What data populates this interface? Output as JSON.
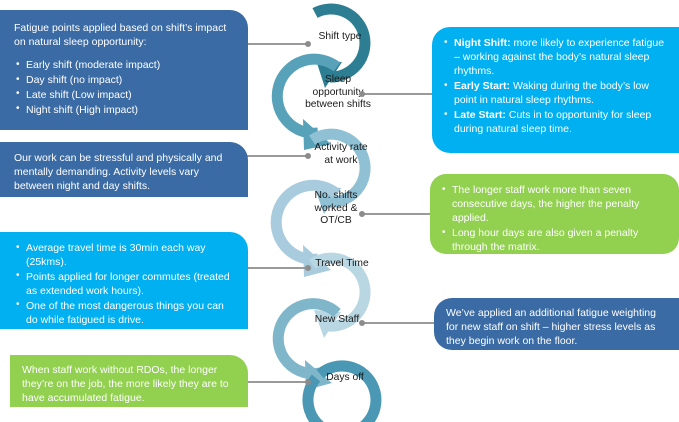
{
  "diagram": {
    "title": "Fatigue factors circular chain diagram",
    "colors": {
      "dark_blue": "#3b6ba5",
      "cyan": "#00b0f0",
      "green": "#92d050",
      "connector_gray": "#9a9a9a",
      "ring_1": "#2e7e93",
      "ring_2": "#57a2b8",
      "ring_3": "#8fc0d4",
      "ring_4": "#a8ccdd",
      "ring_5": "#b9d6e3",
      "ring_6": "#7fb6ca",
      "ring_7": "#4a98b3"
    }
  },
  "rings": [
    {
      "id": "shift-type",
      "label": "Shift type",
      "color": "#2e7e93"
    },
    {
      "id": "sleep-opportunity",
      "label": "Sleep\nopportunity\nbetween shifts",
      "color": "#57a2b8"
    },
    {
      "id": "activity-rate",
      "label": "Activity rate\nat work",
      "color": "#8fc0d4"
    },
    {
      "id": "shifts-worked",
      "label": "No. shifts\nworked &\nOT/CB",
      "color": "#a8ccdd"
    },
    {
      "id": "travel-time",
      "label": "Travel Time",
      "color": "#b9d6e3"
    },
    {
      "id": "new-staff",
      "label": "New Staff",
      "color": "#7fb6ca"
    },
    {
      "id": "days-off",
      "label": "Days off",
      "color": "#4a98b3"
    }
  ],
  "callouts": {
    "shift_type": {
      "id": "callout-shift-type",
      "color": "dark",
      "intro": "Fatigue points applied based on shift’s impact on natural sleep opportunity:",
      "bullets": [
        "Early shift (moderate impact)",
        "Day shift (no impact)",
        "Late shift (Low impact)",
        "Night shift (High impact)"
      ]
    },
    "sleep_opportunity": {
      "id": "callout-sleep-opportunity",
      "color": "cyan",
      "bullets": [
        {
          "lead": "Night Shift:",
          "text": " more likely to experience fatigue – working against the body’s natural sleep rhythms."
        },
        {
          "lead": "Early Start:",
          "text": " Waking during the body’s low point in natural sleep rhythms."
        },
        {
          "lead": "Late Start:",
          "text": " Cuts in to opportunity for sleep during natural sleep time."
        }
      ]
    },
    "activity_rate": {
      "id": "callout-activity-rate",
      "color": "dark",
      "text": "Our work can be stressful and physically and mentally demanding. Activity levels vary between night and day shifts."
    },
    "shifts_worked": {
      "id": "callout-shifts-worked",
      "color": "green",
      "bullets": [
        "The longer staff work more than seven consecutive days, the higher the penalty applied.",
        "Long hour days are also given a penalty through the matrix."
      ]
    },
    "travel_time": {
      "id": "callout-travel-time",
      "color": "cyan",
      "bullets": [
        "Average travel time is 30min each way (25kms).",
        "Points applied for longer commutes (treated as extended work hours).",
        "One of the most dangerous things you can do while fatigued is drive."
      ]
    },
    "new_staff": {
      "id": "callout-new-staff",
      "color": "dark",
      "text": "We’ve applied an additional fatigue weighting for new staff on shift – higher stress levels as they begin work on the floor."
    },
    "days_off": {
      "id": "callout-days-off",
      "color": "green",
      "text": "When staff work without RDOs, the longer they’re on the job, the more likely they are to have accumulated fatigue."
    }
  }
}
